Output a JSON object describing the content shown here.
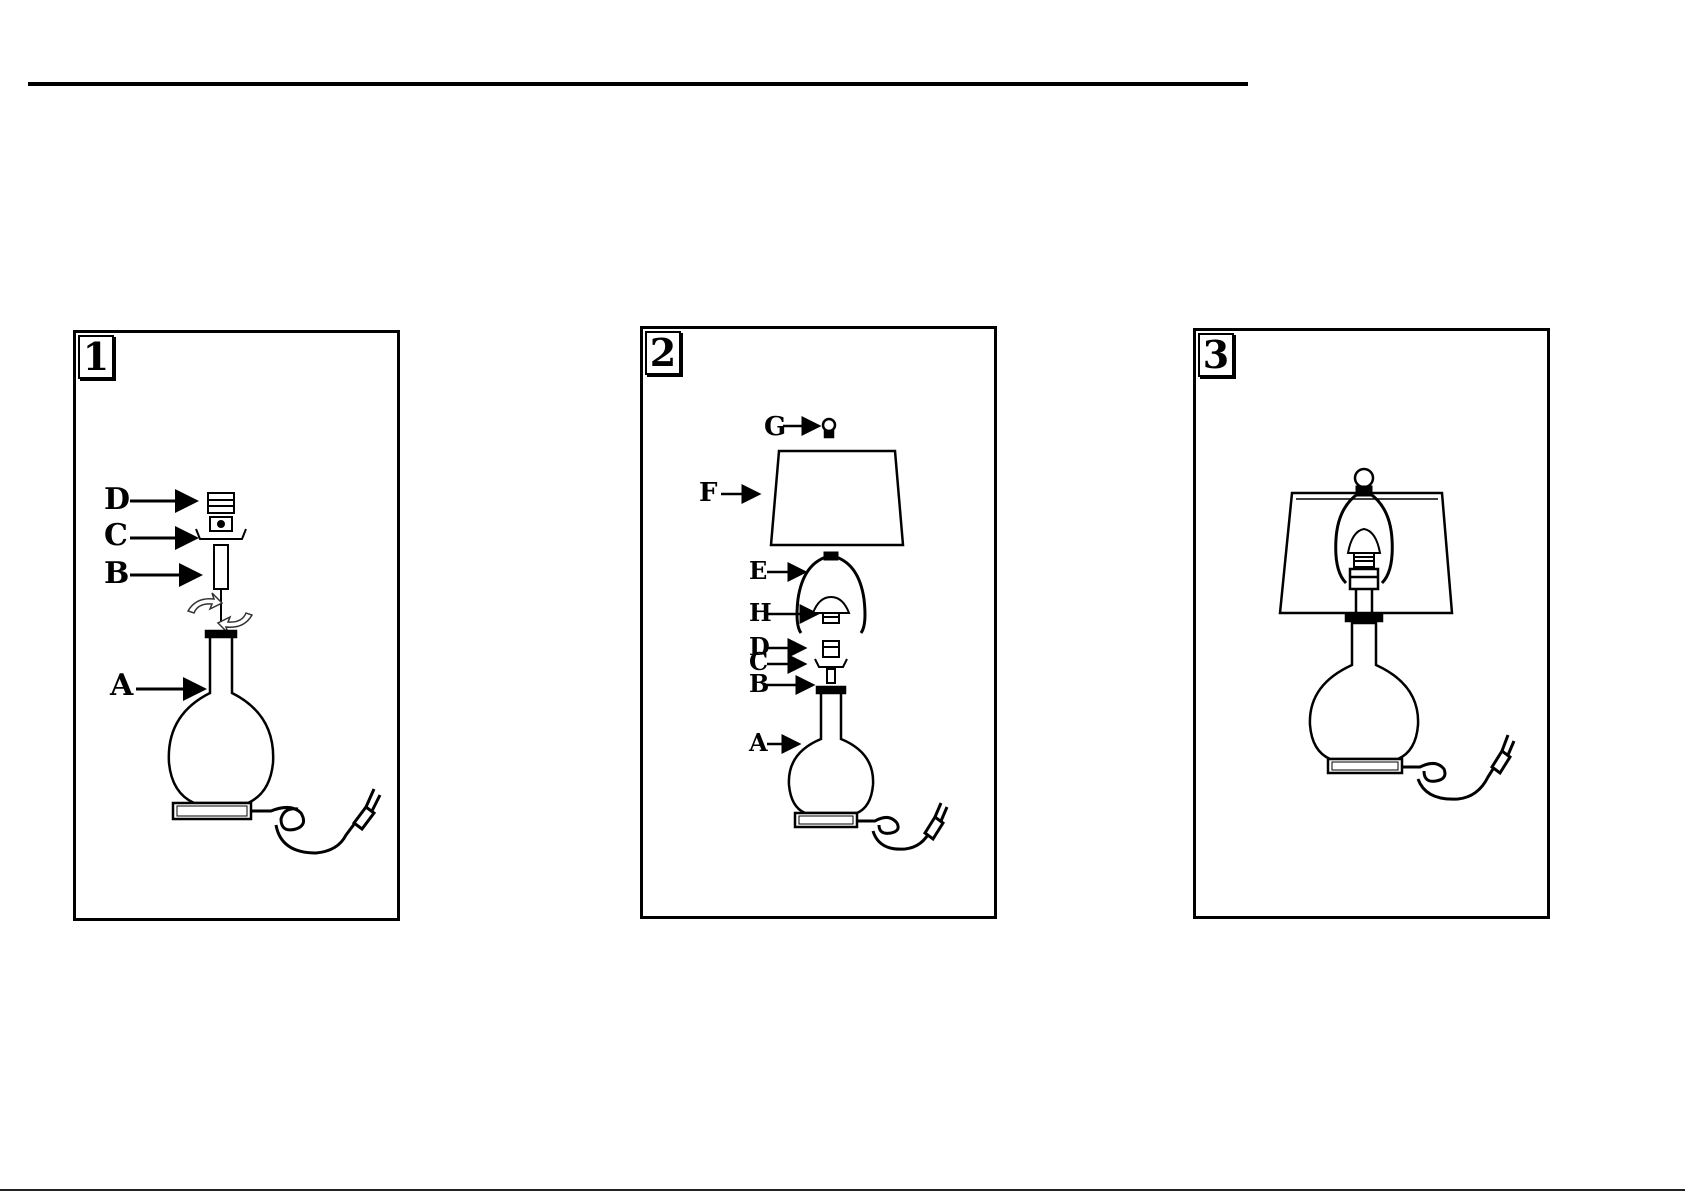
{
  "steps": [
    {
      "number": "1",
      "labels": {
        "D": "D",
        "C": "C",
        "B": "B",
        "A": "A"
      }
    },
    {
      "number": "2",
      "labels": {
        "G": "G",
        "F": "F",
        "E": "E",
        "H": "H",
        "D": "D",
        "C": "C",
        "B": "B",
        "A": "A"
      }
    },
    {
      "number": "3"
    }
  ]
}
